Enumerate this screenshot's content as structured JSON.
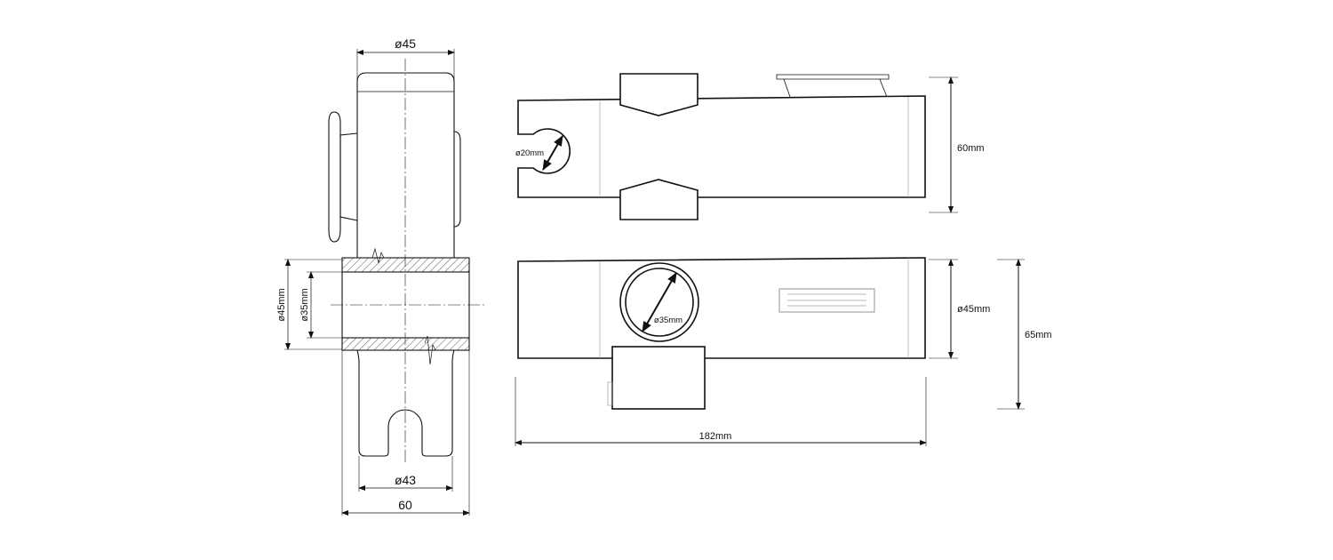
{
  "drawing": {
    "side_view": {
      "top_diameter": "ø45",
      "bottom_diameter": "ø43",
      "width": "60",
      "outer_diameter": "ø45mm",
      "inner_diameter": "ø35mm"
    },
    "top_view": {
      "hose_diameter": "ø20mm",
      "height": "60mm"
    },
    "front_view": {
      "bore_diameter": "ø35mm",
      "body_height": "ø45mm",
      "total_height": "65mm",
      "length": "182mm"
    }
  }
}
